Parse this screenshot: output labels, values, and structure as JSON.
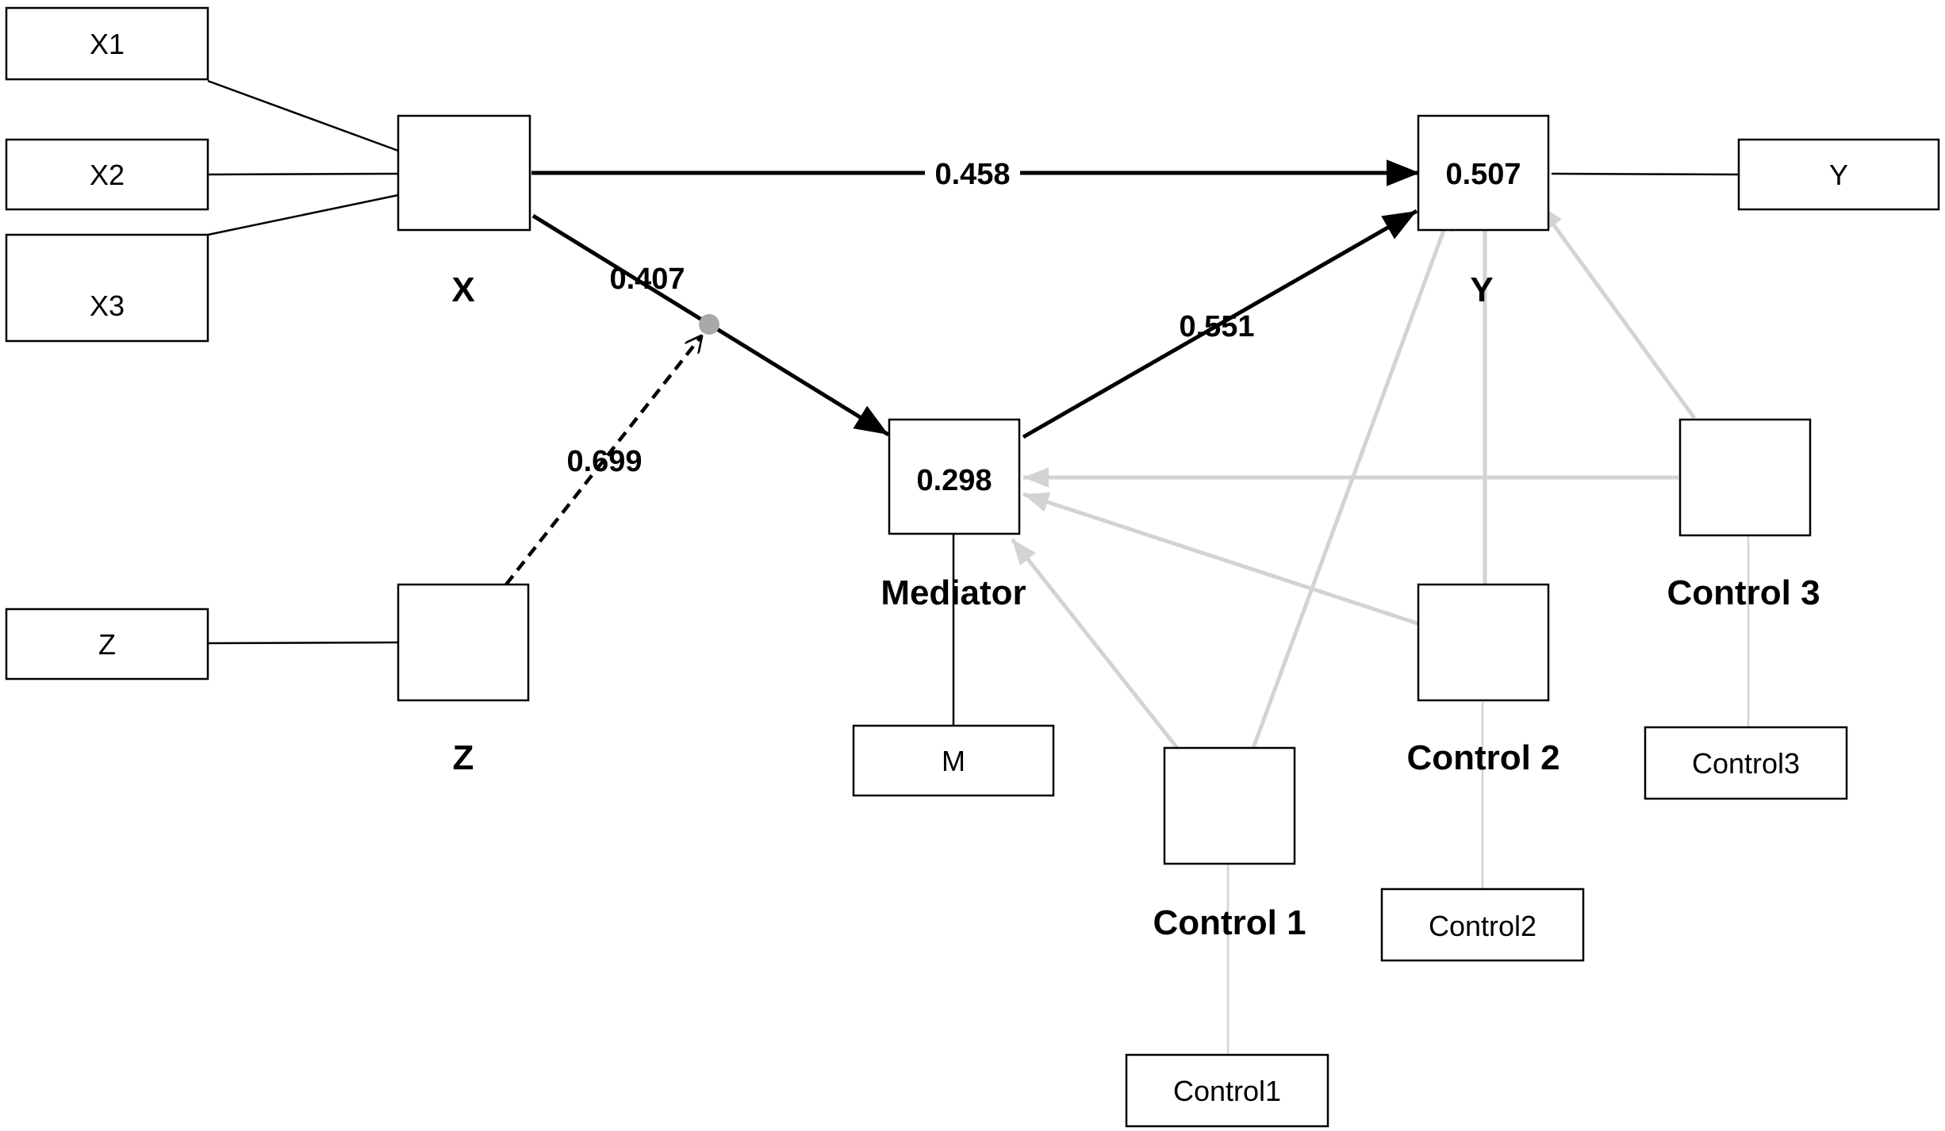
{
  "indicators": {
    "x1": "X1",
    "x2": "X2",
    "x3": "X3",
    "z": "Z",
    "y": "Y",
    "m": "M",
    "control1": "Control1",
    "control2": "Control2",
    "control3": "Control3"
  },
  "constructs": {
    "x": {
      "label": "X",
      "r2": ""
    },
    "z": {
      "label": "Z",
      "r2": ""
    },
    "mediator": {
      "label": "Mediator",
      "r2": "0.298"
    },
    "y": {
      "label": "Y",
      "r2": "0.507"
    },
    "control1": {
      "label": "Control 1",
      "r2": ""
    },
    "control2": {
      "label": "Control 2",
      "r2": ""
    },
    "control3": {
      "label": "Control 3",
      "r2": ""
    }
  },
  "paths": {
    "x_to_y": "0.458",
    "x_to_mediator": "0.407",
    "mediator_to_y": "0.551",
    "moderation_z": "0.699"
  },
  "colors": {
    "main_path": "#000000",
    "control_path": "#d0d0d0",
    "moderator_dot": "#a9a9a9"
  }
}
